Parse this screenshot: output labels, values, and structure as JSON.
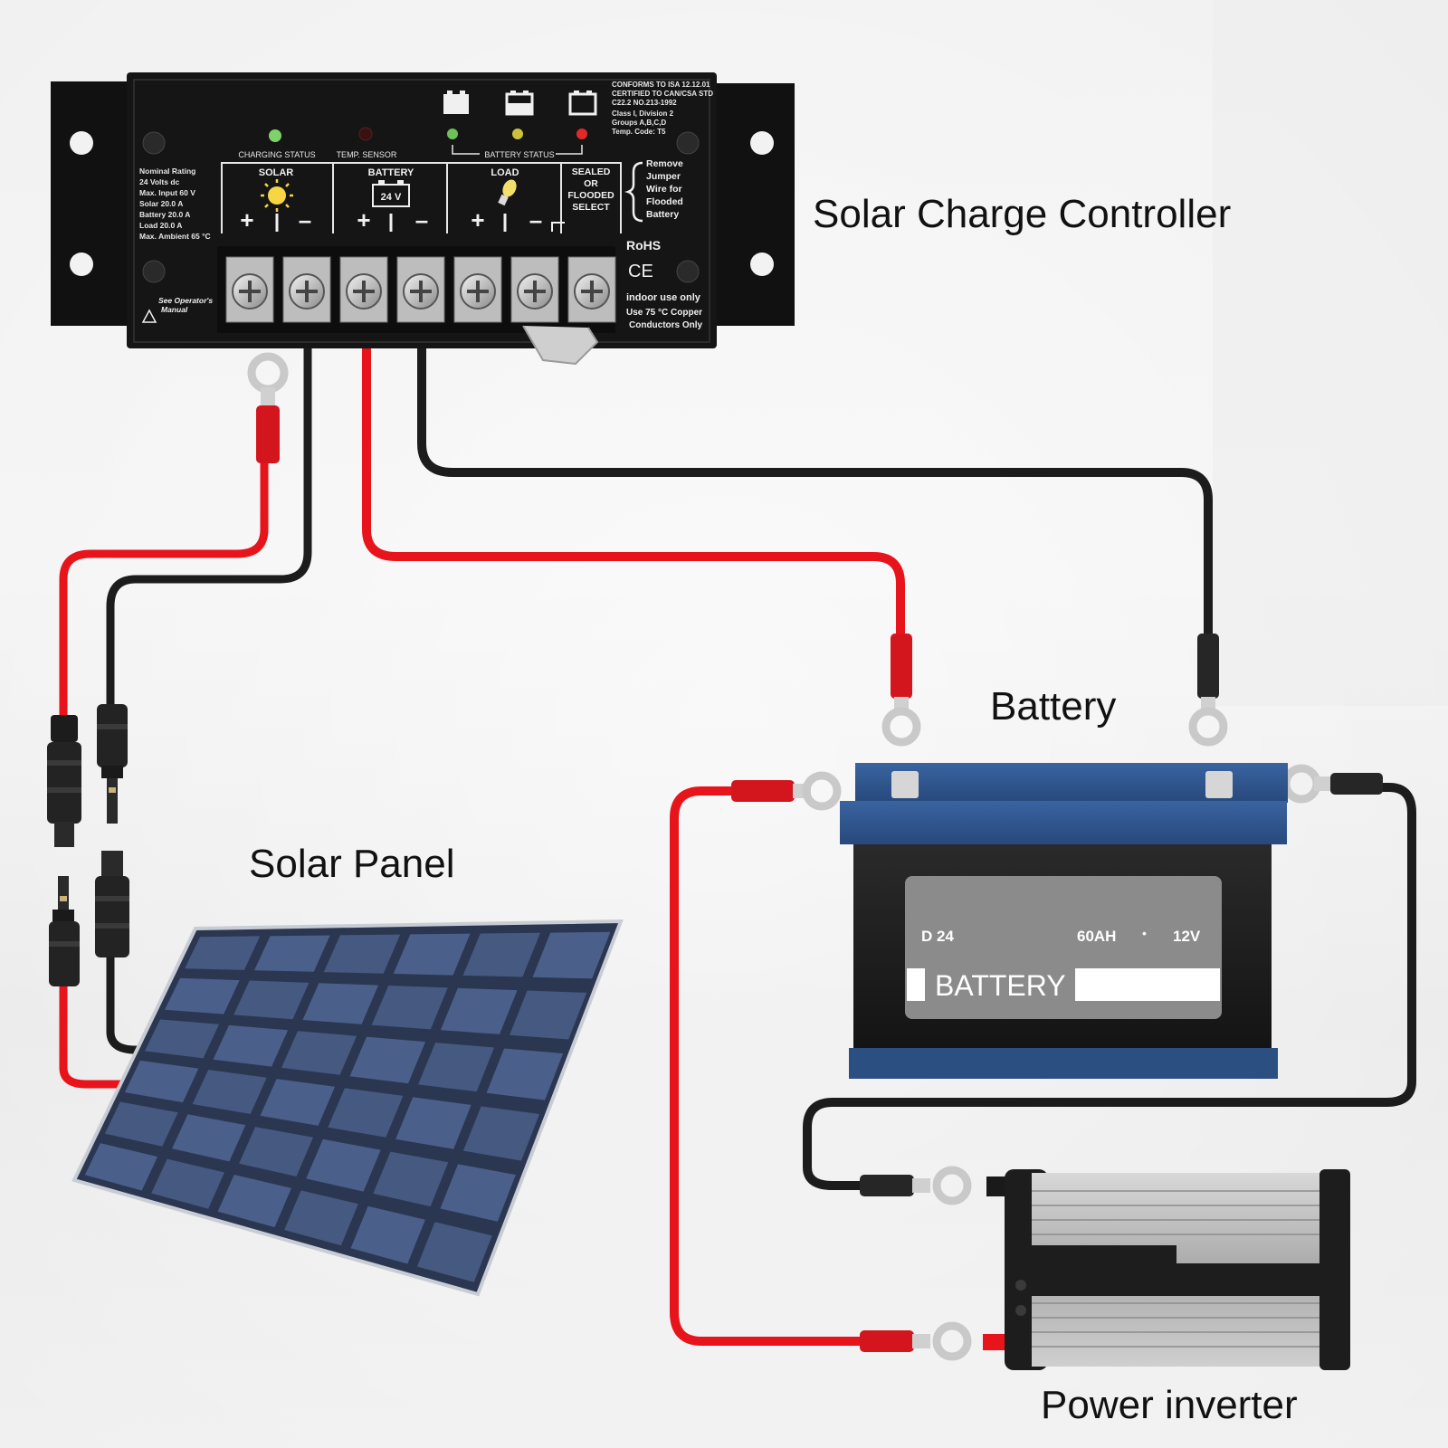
{
  "captions": {
    "controller": "Solar Charge Controller",
    "battery": "Battery",
    "solar_panel": "Solar Panel",
    "inverter": "Power inverter"
  },
  "controller": {
    "led_labels": [
      "CHARGING STATUS",
      "TEMP. SENSOR",
      "BATTERY STATUS"
    ],
    "certification": [
      "CONFORMS TO ISA 12.12.01",
      "CERTIFIED TO CAN/CSA STD",
      "C22.2 NO.213-1992",
      "Class I, Division 2",
      "Groups A,B,C,D",
      "Temp. Code: T5"
    ],
    "ratings": [
      "Nominal Rating",
      "24 Volts dc",
      "Max. Input  60 V",
      "Solar  20.0 A",
      "Battery 20.0 A",
      "Load 20.0 A",
      "Max. Ambient  65 °C"
    ],
    "sections": [
      "SOLAR",
      "BATTERY",
      "LOAD"
    ],
    "battery_voltage": "24 V",
    "select_text": [
      "SEALED",
      "OR",
      "FLOODED",
      "SELECT"
    ],
    "jumper_note": [
      "Remove",
      "Jumper",
      "Wire for",
      "Flooded",
      "Battery"
    ],
    "rohs": "RoHS",
    "ce": "CE",
    "indoor": "indoor use only",
    "copper": [
      "Use 75 °C Copper",
      "Conductors Only"
    ],
    "manual": [
      "See Operator's",
      "Manual"
    ]
  },
  "battery_unit": {
    "model": "D 24",
    "capacity": "60AH",
    "dot": "•",
    "voltage": "12V",
    "label": "BATTERY"
  },
  "colors": {
    "wire_red": "#e8141b",
    "wire_black": "#1c1c1c",
    "battery_blue": "#2c4f82",
    "controller_body": "#151515",
    "panel_cell": "#4a5f8a"
  }
}
